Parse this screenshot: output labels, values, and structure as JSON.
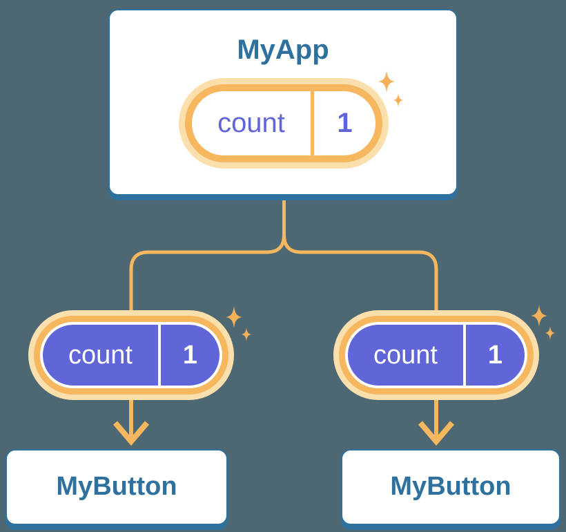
{
  "diagram": {
    "title_hint": "React state lifted up: parent MyApp holds count state passed to two MyButton children",
    "colors": {
      "background": "#4D6872",
      "blue": "#2E719F",
      "orange": "#F6B75F",
      "orange_light": "#FBDFAD",
      "purple": "#6065D8",
      "card_bg": "#FFFFFF",
      "text_on_purple": "#FFFFFF"
    },
    "root_card": {
      "title": "MyApp"
    },
    "root_state": {
      "name": "count",
      "value": "1"
    },
    "left_state": {
      "name": "count",
      "value": "1"
    },
    "right_state": {
      "name": "count",
      "value": "1"
    },
    "left_card": {
      "title": "MyButton"
    },
    "right_card": {
      "title": "MyButton"
    },
    "icons": [
      {
        "name": "sparkle-icon",
        "glyph": "✦",
        "color": "#F6B75F"
      },
      {
        "name": "arrow-down-icon",
        "glyph": "↓",
        "color": "#F6B75F"
      }
    ]
  }
}
